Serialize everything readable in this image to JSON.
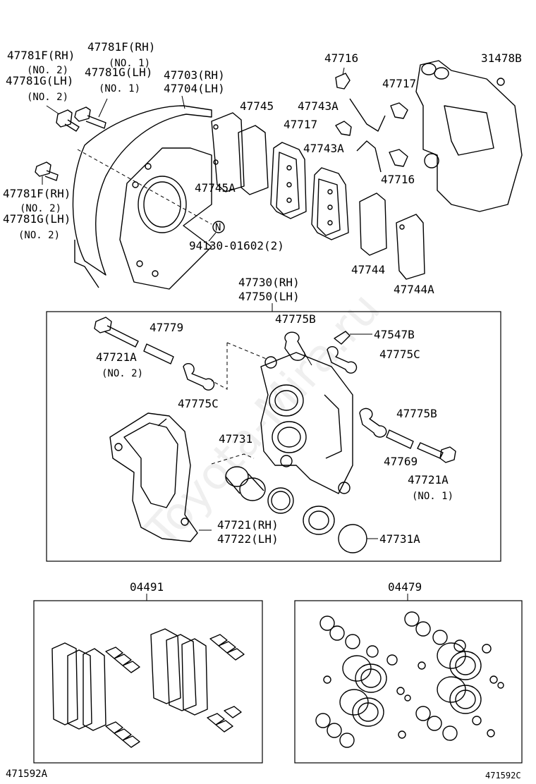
{
  "labels": {
    "p47781F_RH_a": "47781F(RH)",
    "no2_a": "(NO. 2)",
    "p47781G_LH_a": "47781G(LH)",
    "no2_b": "(NO. 2)",
    "p47781F_RH_b": "47781F(RH)",
    "no1_a": "(NO. 1)",
    "p47781G_LH_b": "47781G(LH)",
    "no1_b": "(NO. 1)",
    "p47703": "47703(RH)",
    "p47704": "47704(LH)",
    "p47781F_RH_c": "47781F(RH)",
    "no2_c": "(NO. 2)",
    "p47781G_LH_c": "47781G(LH)",
    "no2_d": "(NO. 2)",
    "p47745": "47745",
    "p47745A": "47745A",
    "p94130": "94130-01602(2)",
    "p47716_a": "47716",
    "p47717_a": "47717",
    "p31478B": "31478B",
    "p47743A_a": "47743A",
    "p47717_b": "47717",
    "p47743A_b": "47743A",
    "p47716_b": "47716",
    "p47744": "47744",
    "p47744A": "47744A",
    "p47730": "47730(RH)",
    "p47750": "47750(LH)",
    "p47779": "47779",
    "p47775B_a": "47775B",
    "p47547B": "47547B",
    "p47721A_a": "47721A",
    "no2_e": "(NO. 2)",
    "p47775C_a": "47775C",
    "p47775C_b": "47775C",
    "p47775B_b": "47775B",
    "p47731": "47731",
    "p47769": "47769",
    "p47721A_b": "47721A",
    "no1_c": "(NO. 1)",
    "p47721": "47721(RH)",
    "p47722": "47722(LH)",
    "p47731A": "47731A",
    "p04491": "04491",
    "p04479": "04479",
    "ref_left": "471592A",
    "ref_right": "471592C"
  },
  "markers": {
    "n_symbol": "N"
  }
}
